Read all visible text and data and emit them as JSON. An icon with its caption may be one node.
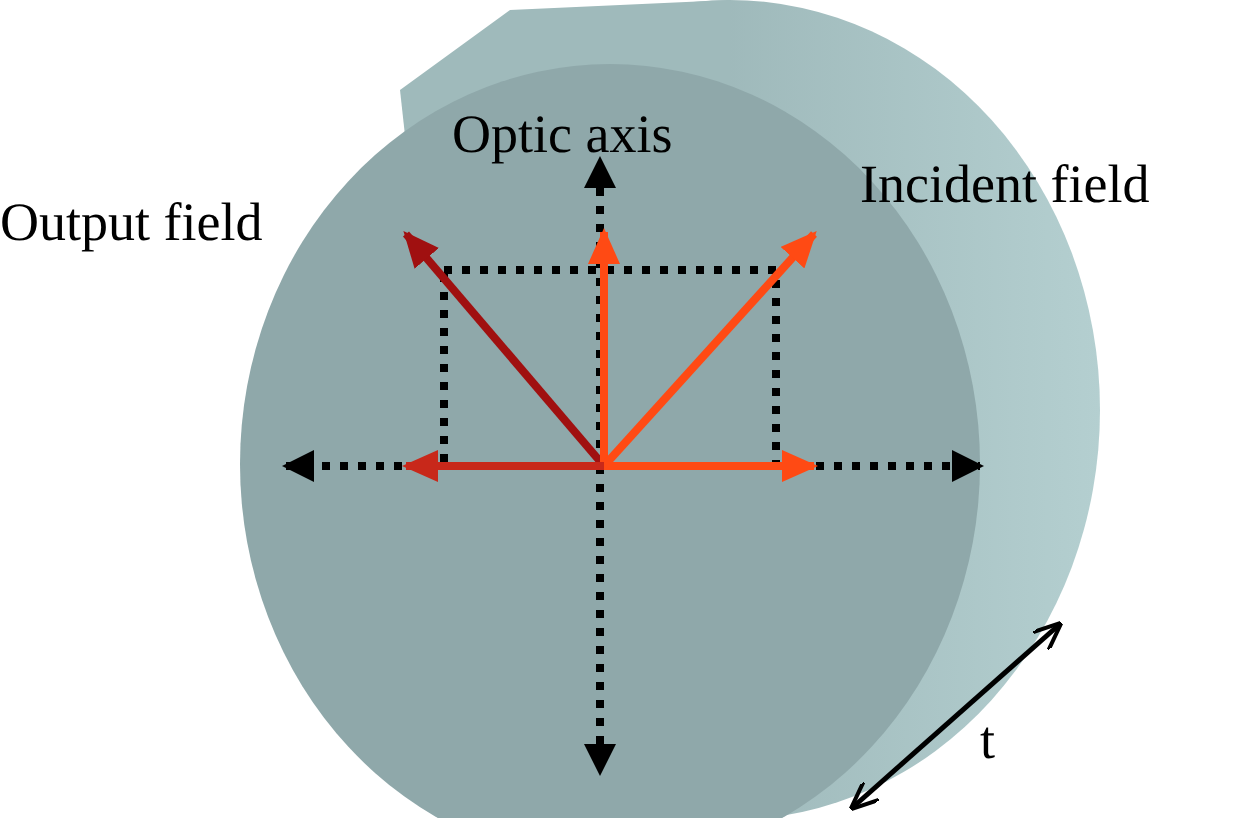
{
  "diagram": {
    "labels": [
      "Optic axis",
      "Output field",
      "Incident field",
      "t"
    ]
  }
}
